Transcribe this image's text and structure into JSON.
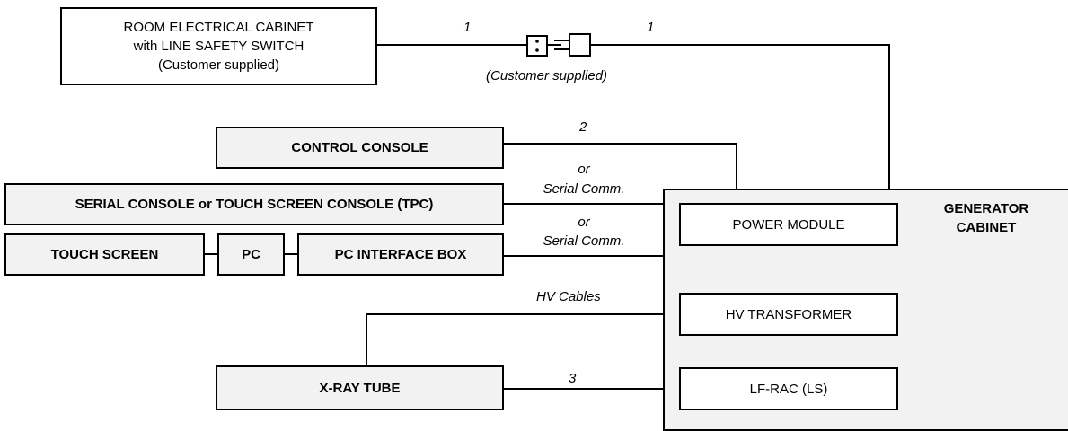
{
  "room_cabinet": {
    "line1": "ROOM ELECTRICAL CABINET",
    "line2": "with LINE SAFETY SWITCH",
    "line3": "(Customer supplied)"
  },
  "connector_note": "(Customer supplied)",
  "generator": {
    "title_line1": "GENERATOR",
    "title_line2": "CABINET",
    "power_module": "POWER MODULE",
    "hv_transformer": "HV TRANSFORMER",
    "lf_rac": "LF-RAC (LS)"
  },
  "consoles": {
    "control": "CONTROL CONSOLE",
    "serial": "SERIAL CONSOLE or TOUCH SCREEN CONSOLE (TPC)",
    "touch_screen": "TOUCH SCREEN",
    "pc": "PC",
    "pc_interface": "PC INTERFACE BOX"
  },
  "xray_tube": "X-RAY TUBE",
  "labels": {
    "cable_1_left": "1",
    "cable_1_right": "1",
    "cable_2": "2",
    "cable_3": "3",
    "or_1": "or",
    "serial_1": "Serial Comm.",
    "or_2": "or",
    "serial_2": "Serial Comm.",
    "hv_cables": "HV Cables"
  }
}
